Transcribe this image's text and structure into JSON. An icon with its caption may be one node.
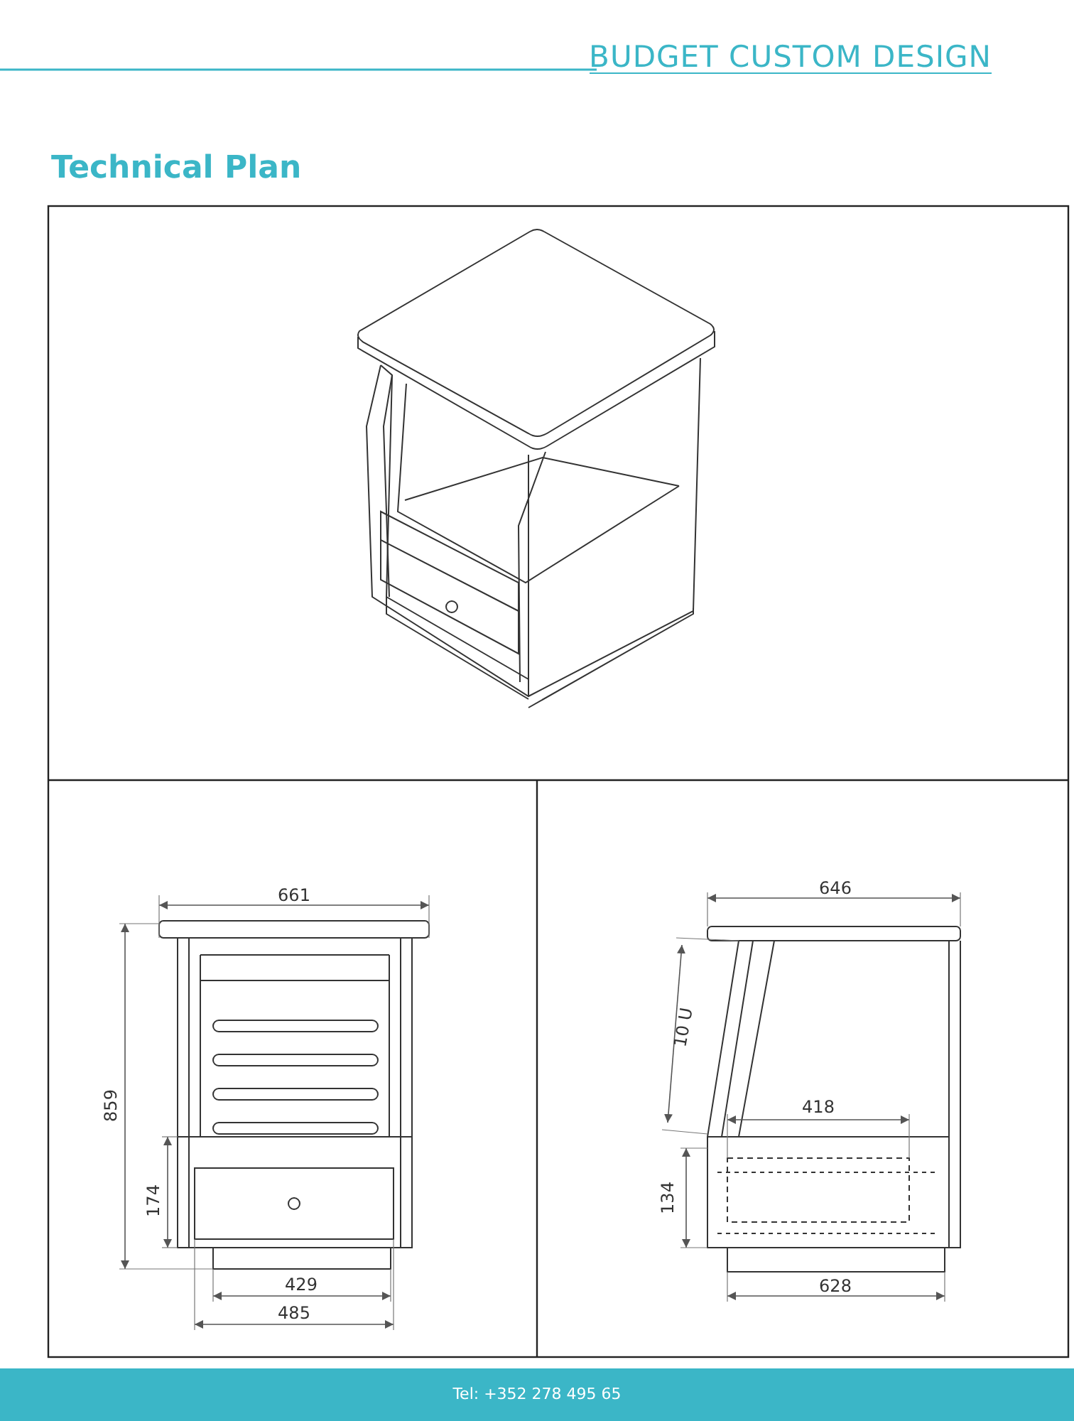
{
  "diagram": {
    "title": "Technical Plan",
    "labels": [
      "BUDGET CUSTOM DESIGN",
      "661",
      "859",
      "174",
      "429",
      "485",
      "646",
      "10 U",
      "418",
      "134",
      "628",
      "Tel: +352 278 495 65"
    ]
  }
}
